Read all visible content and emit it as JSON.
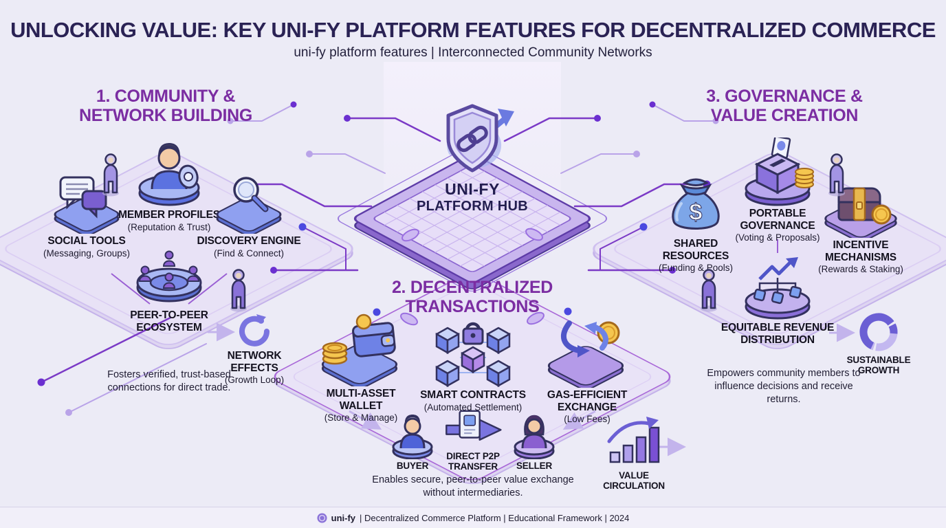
{
  "header": {
    "title": "UNLOCKING VALUE: KEY UNI-FY PLATFORM FEATURES FOR DECENTRALIZED COMMERCE",
    "subtitle": "uni-fy platform features | Interconnected Community Networks"
  },
  "hub": {
    "lines": [
      "UNI-FY",
      "PLATFORM HUB"
    ],
    "icon": "shield-link-icon"
  },
  "community": {
    "title_lines": [
      "1. COMMUNITY &",
      "NETWORK BUILDING"
    ],
    "member_profiles": {
      "label": "MEMBER PROFILES",
      "sub": "(Reputation & Trust)",
      "icon": "person-badge-icon"
    },
    "social_tools": {
      "label": "SOCIAL TOOLS",
      "sub": "(Messaging, Groups)",
      "icon": "chat-bubbles-icon"
    },
    "discovery_engine": {
      "label": "DISCOVERY ENGINE",
      "sub": "(Find & Connect)",
      "icon": "magnifier-icon"
    },
    "p2p_ecosystem": {
      "label": "PEER-TO-PEER ECOSYSTEM",
      "icon": "people-ring-icon"
    },
    "network_effects": {
      "label": "NETWORK EFFECTS",
      "sub": "(Growth Loop)",
      "icon": "loop-arrow-icon"
    },
    "caption": "Fosters verified, trust-based connections for direct trade."
  },
  "transactions": {
    "title_lines": [
      "2. DECENTRALIZED",
      "TRANSACTIONS"
    ],
    "wallet": {
      "label": "MULTI-ASSET WALLET",
      "sub": "(Store & Manage)",
      "icon": "wallet-coins-icon"
    },
    "smart_contracts": {
      "label": "SMART CONTRACTS",
      "sub": "(Automated Settlement)",
      "icon": "cubes-lock-icon"
    },
    "exchange": {
      "label": "GAS-EFFICIENT EXCHANGE",
      "sub": "(Low Fees)",
      "icon": "swap-arrows-coin-icon"
    },
    "buyer": {
      "label": "BUYER",
      "icon": "buyer-avatar-icon"
    },
    "transfer": {
      "label": "DIRECT P2P TRANSFER",
      "icon": "document-arrow-icon"
    },
    "seller": {
      "label": "SELLER",
      "icon": "seller-avatar-icon"
    },
    "value_circulation": {
      "label": "VALUE CIRCULATION",
      "icon": "rising-bars-icon"
    },
    "caption": "Enables secure, peer-to-peer value exchange without intermediaries."
  },
  "governance": {
    "title_lines": [
      "3. GOVERNANCE &",
      "VALUE CREATION"
    ],
    "shared_resources": {
      "label": "SHARED RESOURCES",
      "sub": "(Funding & Pools)",
      "icon": "money-bag-icon",
      "symbol": "$"
    },
    "portable_governance": {
      "label": "PORTABLE GOVERNANCE",
      "sub": "(Voting & Proposals)",
      "icon": "ballot-box-icon"
    },
    "incentive_mechanisms": {
      "label": "INCENTIVE MECHANISMS",
      "sub": "(Rewards & Staking)",
      "icon": "treasure-chest-icon"
    },
    "revenue_distribution": {
      "label": "EQUITABLE REVENUE DISTRIBUTION",
      "icon": "distribution-tree-icon"
    },
    "sustainable_growth": {
      "label": "SUSTAINABLE GROWTH",
      "icon": "donut-chart-icon"
    },
    "caption": "Empowers community members to influence decisions and receive returns."
  },
  "footer": {
    "brand": "uni-fy",
    "text": "| Decentralized Commerce Platform | Educational Framework | 2024",
    "logo_icon": "unify-logo-icon"
  },
  "colors": {
    "background": "#ecebf6",
    "title": "#2a2254",
    "section_heading": "#7b2da2",
    "circuit_purple": "#7b3ac6",
    "accent_blue": "#5b6fe0",
    "gold": "#f5c64f"
  }
}
